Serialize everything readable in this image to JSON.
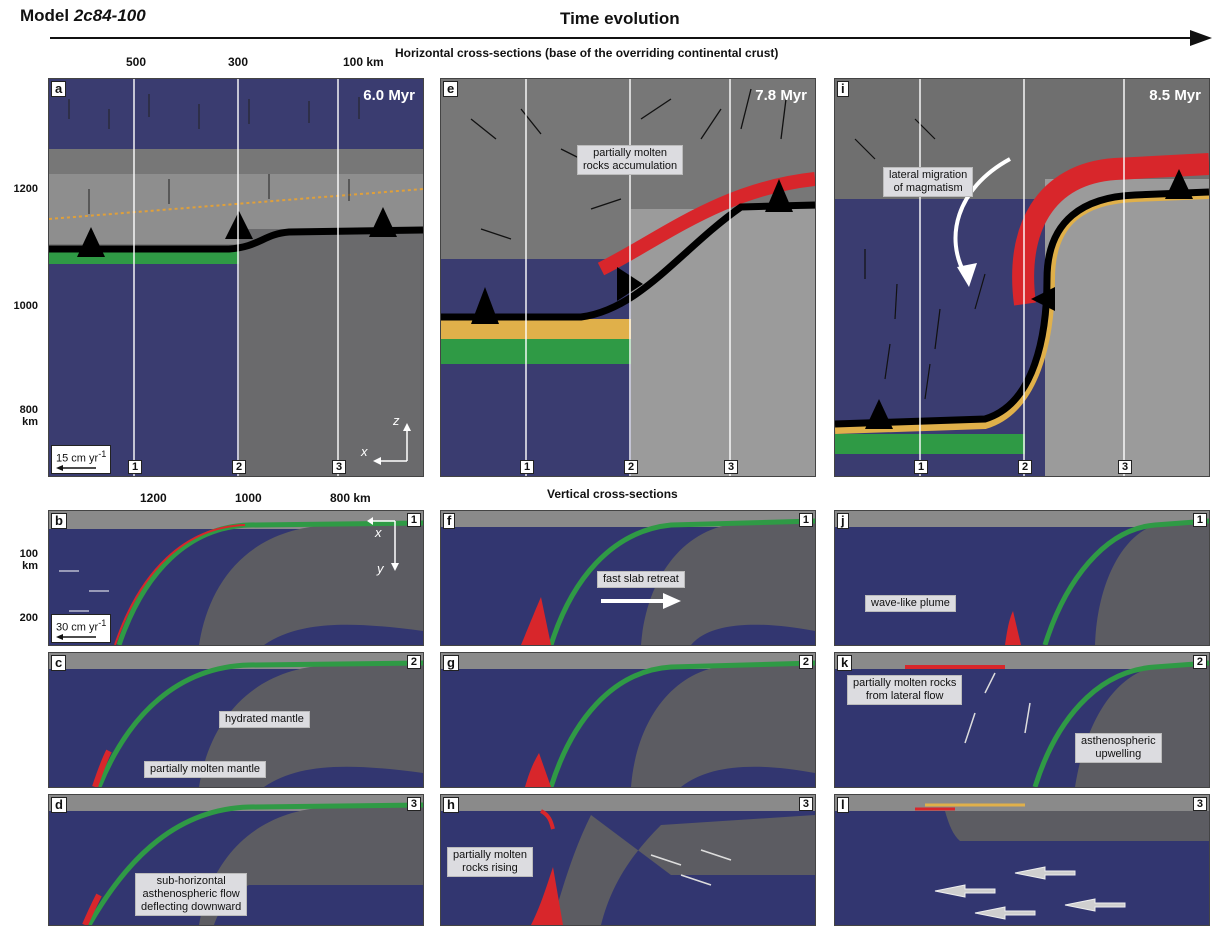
{
  "figure": {
    "model_prefix": "Model",
    "model_name": "2c84-100",
    "time_label": "Time evolution",
    "horizontal_title": "Horizontal cross-sections (base of the overriding continental crust)",
    "vertical_title": "Vertical cross-sections",
    "top_axis_labels": [
      "500",
      "300",
      "100 km"
    ],
    "top_y_labels": [
      "1200",
      "1000",
      "800",
      "km"
    ],
    "bottom_axis_labels": [
      "1200",
      "1000",
      "800 km"
    ],
    "bottom_y_labels": [
      "100",
      "km",
      "200"
    ],
    "section_numbers": [
      "1",
      "2",
      "3"
    ],
    "axis_names": {
      "x": "x",
      "z": "z",
      "y": "y"
    },
    "velocity_scale_top": "15 cm yr",
    "velocity_scale_bottom": "30 cm yr",
    "scale_exponent": "-1"
  },
  "panels_top": [
    {
      "letter": "a",
      "time": "6.0 Myr"
    },
    {
      "letter": "e",
      "time": "7.8 Myr"
    },
    {
      "letter": "i",
      "time": "8.5 Myr"
    }
  ],
  "panels_bottom": [
    {
      "letter": "b",
      "section": "1"
    },
    {
      "letter": "c",
      "section": "2"
    },
    {
      "letter": "d",
      "section": "3"
    },
    {
      "letter": "f",
      "section": "1"
    },
    {
      "letter": "g",
      "section": "2"
    },
    {
      "letter": "h",
      "section": "3"
    },
    {
      "letter": "j",
      "section": "1"
    },
    {
      "letter": "k",
      "section": "2"
    },
    {
      "letter": "l",
      "section": "3"
    }
  ],
  "annotations": {
    "e_accum_1": "partially molten",
    "e_accum_2": "rocks accumulation",
    "i_migration_1": "lateral migration",
    "i_migration_2": "of magmatism",
    "c_hydrated": "hydrated mantle",
    "c_molten": "partially molten mantle",
    "d_flow_1": "sub-horizontal",
    "d_flow_2": "asthenospheric flow",
    "d_flow_3": "deflecting downward",
    "f_retreat": "fast slab retreat",
    "h_rising_1": "partially molten",
    "h_rising_2": "rocks rising",
    "j_plume": "wave-like plume",
    "k_lateral_1": "partially molten rocks",
    "k_lateral_2": "from lateral flow",
    "k_upwelling_1": "asthenospheric",
    "k_upwelling_2": "upwelling"
  },
  "colors": {
    "mantle": "#3a3c70",
    "slab": "#5f5f63",
    "crust_light": "#9b9b9b",
    "hydrated": "#2f9a45",
    "oceanic_crust": "#e0b04a",
    "molten": "#d8262b",
    "trench": "#000000"
  }
}
